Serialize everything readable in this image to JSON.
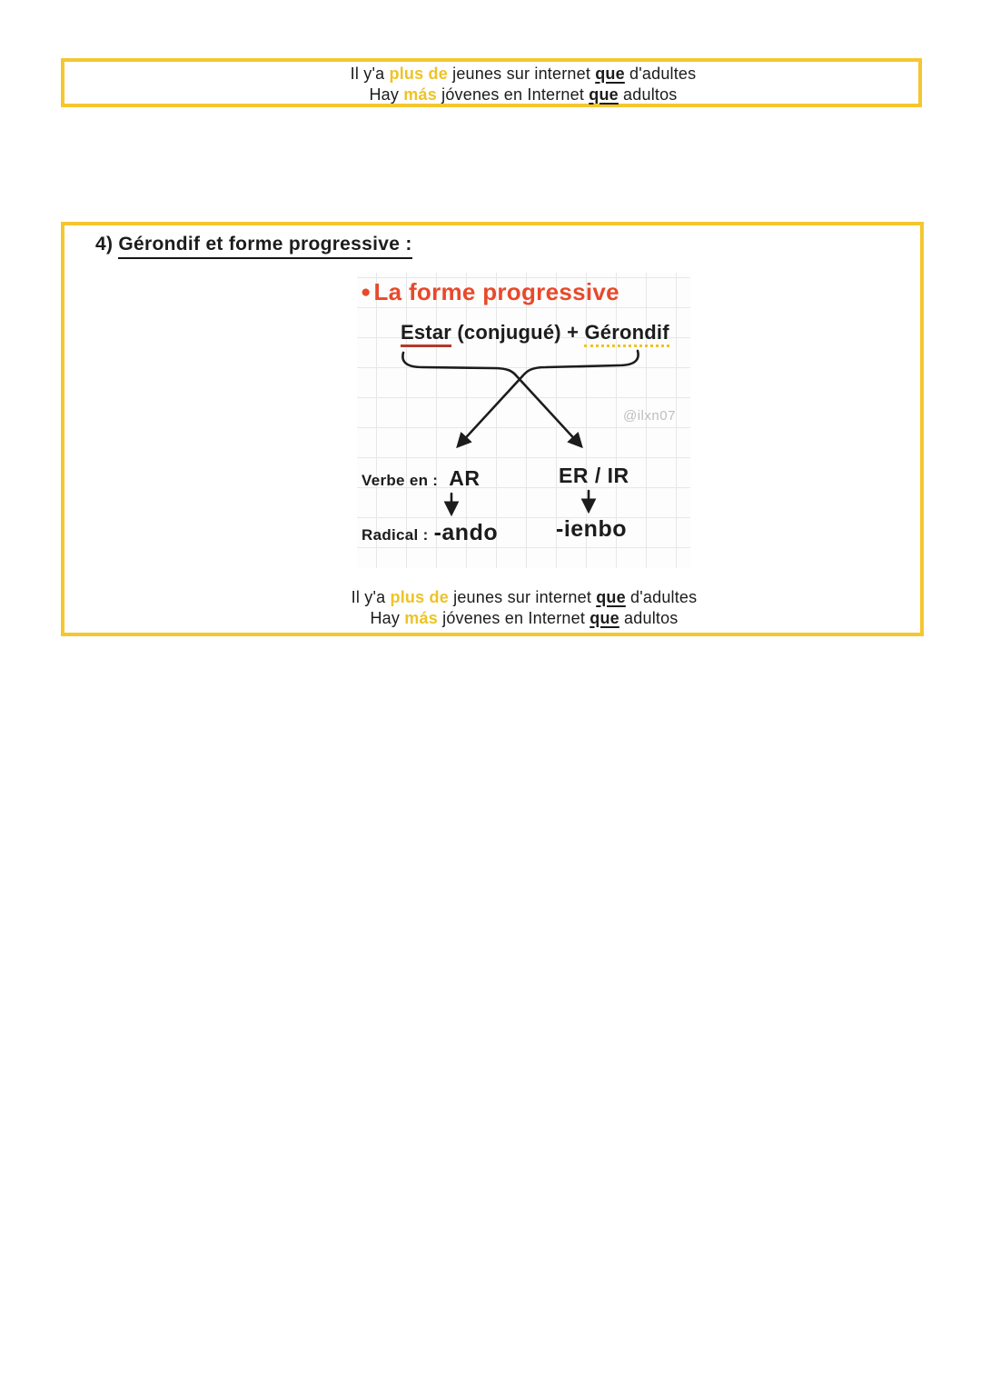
{
  "colors": {
    "box_border": "#F4C72F",
    "highlight_yellow": "#EEC327",
    "title_red": "#E8492B",
    "estar_underline_red": "#B5382A",
    "watermark_gray": "#BEBEBE",
    "ink": "#1C1C1C"
  },
  "top_note": {
    "line1": {
      "t1": "Il y'a ",
      "hl": "plus de",
      "t2": " jeunes sur internet ",
      "u": "que",
      "t3": " d'adultes"
    },
    "line2": {
      "t1": "Hay ",
      "hl": "más",
      "t2": " jóvenes en Internet ",
      "u": "que",
      "t3": " adultos"
    }
  },
  "section": {
    "heading": {
      "number": "4) ",
      "title": "Gérondif et forme progressive :"
    },
    "diagram": {
      "bullet": "●",
      "title": "La forme progressive",
      "formula": {
        "estar": "Estar",
        "mid": " (conjugué) + ",
        "gerondif": "Gérondif"
      },
      "watermark": "@ilxn07",
      "left_branch": {
        "label": "Verbe en :",
        "verb_ending": "AR",
        "radical_label": "Radical :",
        "radical": "-ando"
      },
      "right_branch": {
        "verb_ending": "ER / IR",
        "radical": "-ienbo"
      }
    },
    "bottom_note": {
      "line1": {
        "t1": "Il y'a ",
        "hl": "plus de",
        "t2": " jeunes sur internet ",
        "u": "que",
        "t3": " d'adultes"
      },
      "line2": {
        "t1": "Hay ",
        "hl": "más",
        "t2": " jóvenes en Internet ",
        "u": "que",
        "t3": " adultos"
      }
    }
  }
}
